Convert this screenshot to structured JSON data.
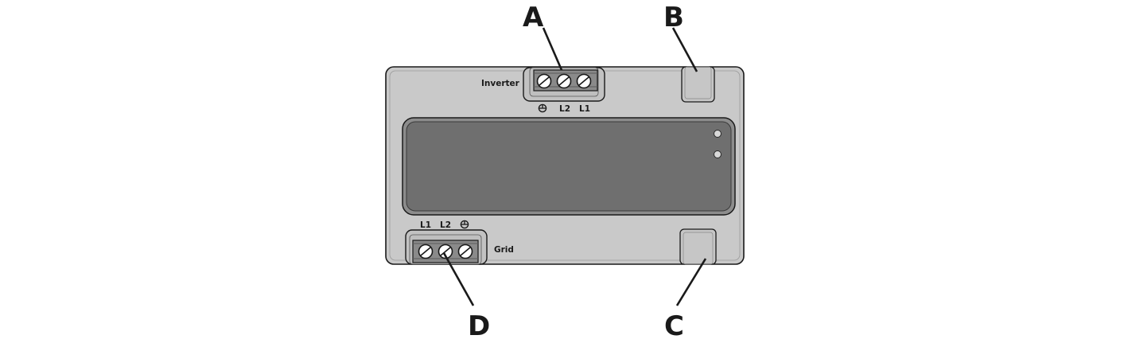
{
  "callouts": {
    "a": "A",
    "b": "B",
    "c": "C",
    "d": "D"
  },
  "inverter_connector": {
    "label": "Inverter",
    "terminals": [
      "⏚",
      "L2",
      "L1"
    ],
    "ground_icon": "protective-earth-icon"
  },
  "grid_connector": {
    "label": "Grid",
    "terminals": [
      "L1",
      "L2",
      "⏚"
    ],
    "ground_icon": "protective-earth-icon"
  },
  "colors": {
    "housing": "#c9c9c9",
    "display": "#6f6f6f",
    "outline": "#1a1a1a",
    "leds": "#d8d8d8"
  }
}
